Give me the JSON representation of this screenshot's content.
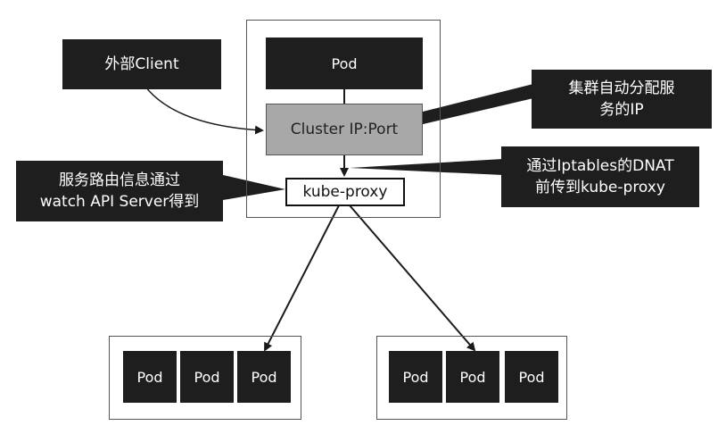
{
  "pods": {
    "top": "Pod",
    "left_group": [
      "Pod",
      "Pod",
      "Pod"
    ],
    "right_group": [
      "Pod",
      "Pod",
      "Pod"
    ]
  },
  "client": {
    "label": "外部Client"
  },
  "cluster_ip": {
    "label": "Cluster IP:Port"
  },
  "kube_proxy": {
    "label": "kube-proxy"
  },
  "callouts": {
    "auto_assign": [
      "集群自动分配服",
      "务的IP"
    ],
    "dnat": [
      "通过Iptables的DNAT",
      "前传到kube-proxy"
    ],
    "watch_api": [
      "服务路由信息通过",
      "watch API Server得到"
    ]
  }
}
